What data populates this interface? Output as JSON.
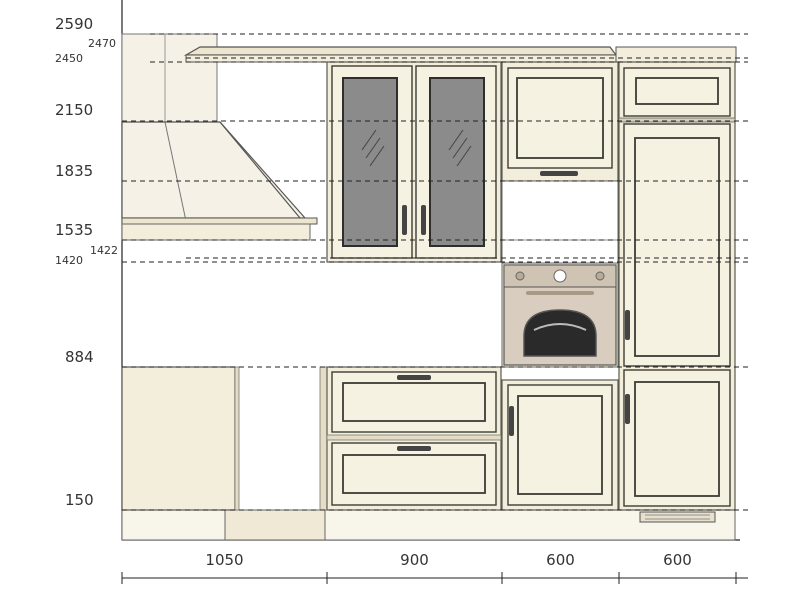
{
  "height_levels": [
    {
      "label": "2590",
      "side": "left"
    },
    {
      "label": "2470",
      "side": "right"
    },
    {
      "label": "2450",
      "side": "left"
    },
    {
      "label": "2150",
      "side": "left"
    },
    {
      "label": "1835",
      "side": "left"
    },
    {
      "label": "1535",
      "side": "left"
    },
    {
      "label": "1422",
      "side": "right"
    },
    {
      "label": "1420",
      "side": "left"
    },
    {
      "label": "884",
      "side": "left"
    },
    {
      "label": "150",
      "side": "left"
    }
  ],
  "width_segments": [
    {
      "label": "1050"
    },
    {
      "label": "900"
    },
    {
      "label": "600"
    },
    {
      "label": "600"
    }
  ],
  "colors": {
    "cabinet_fill": "#f3eedb",
    "glass": "#8b8b8b",
    "oven_body": "#d8cdbf",
    "oven_window": "#2a2a2a",
    "guide_line": "#222222"
  }
}
